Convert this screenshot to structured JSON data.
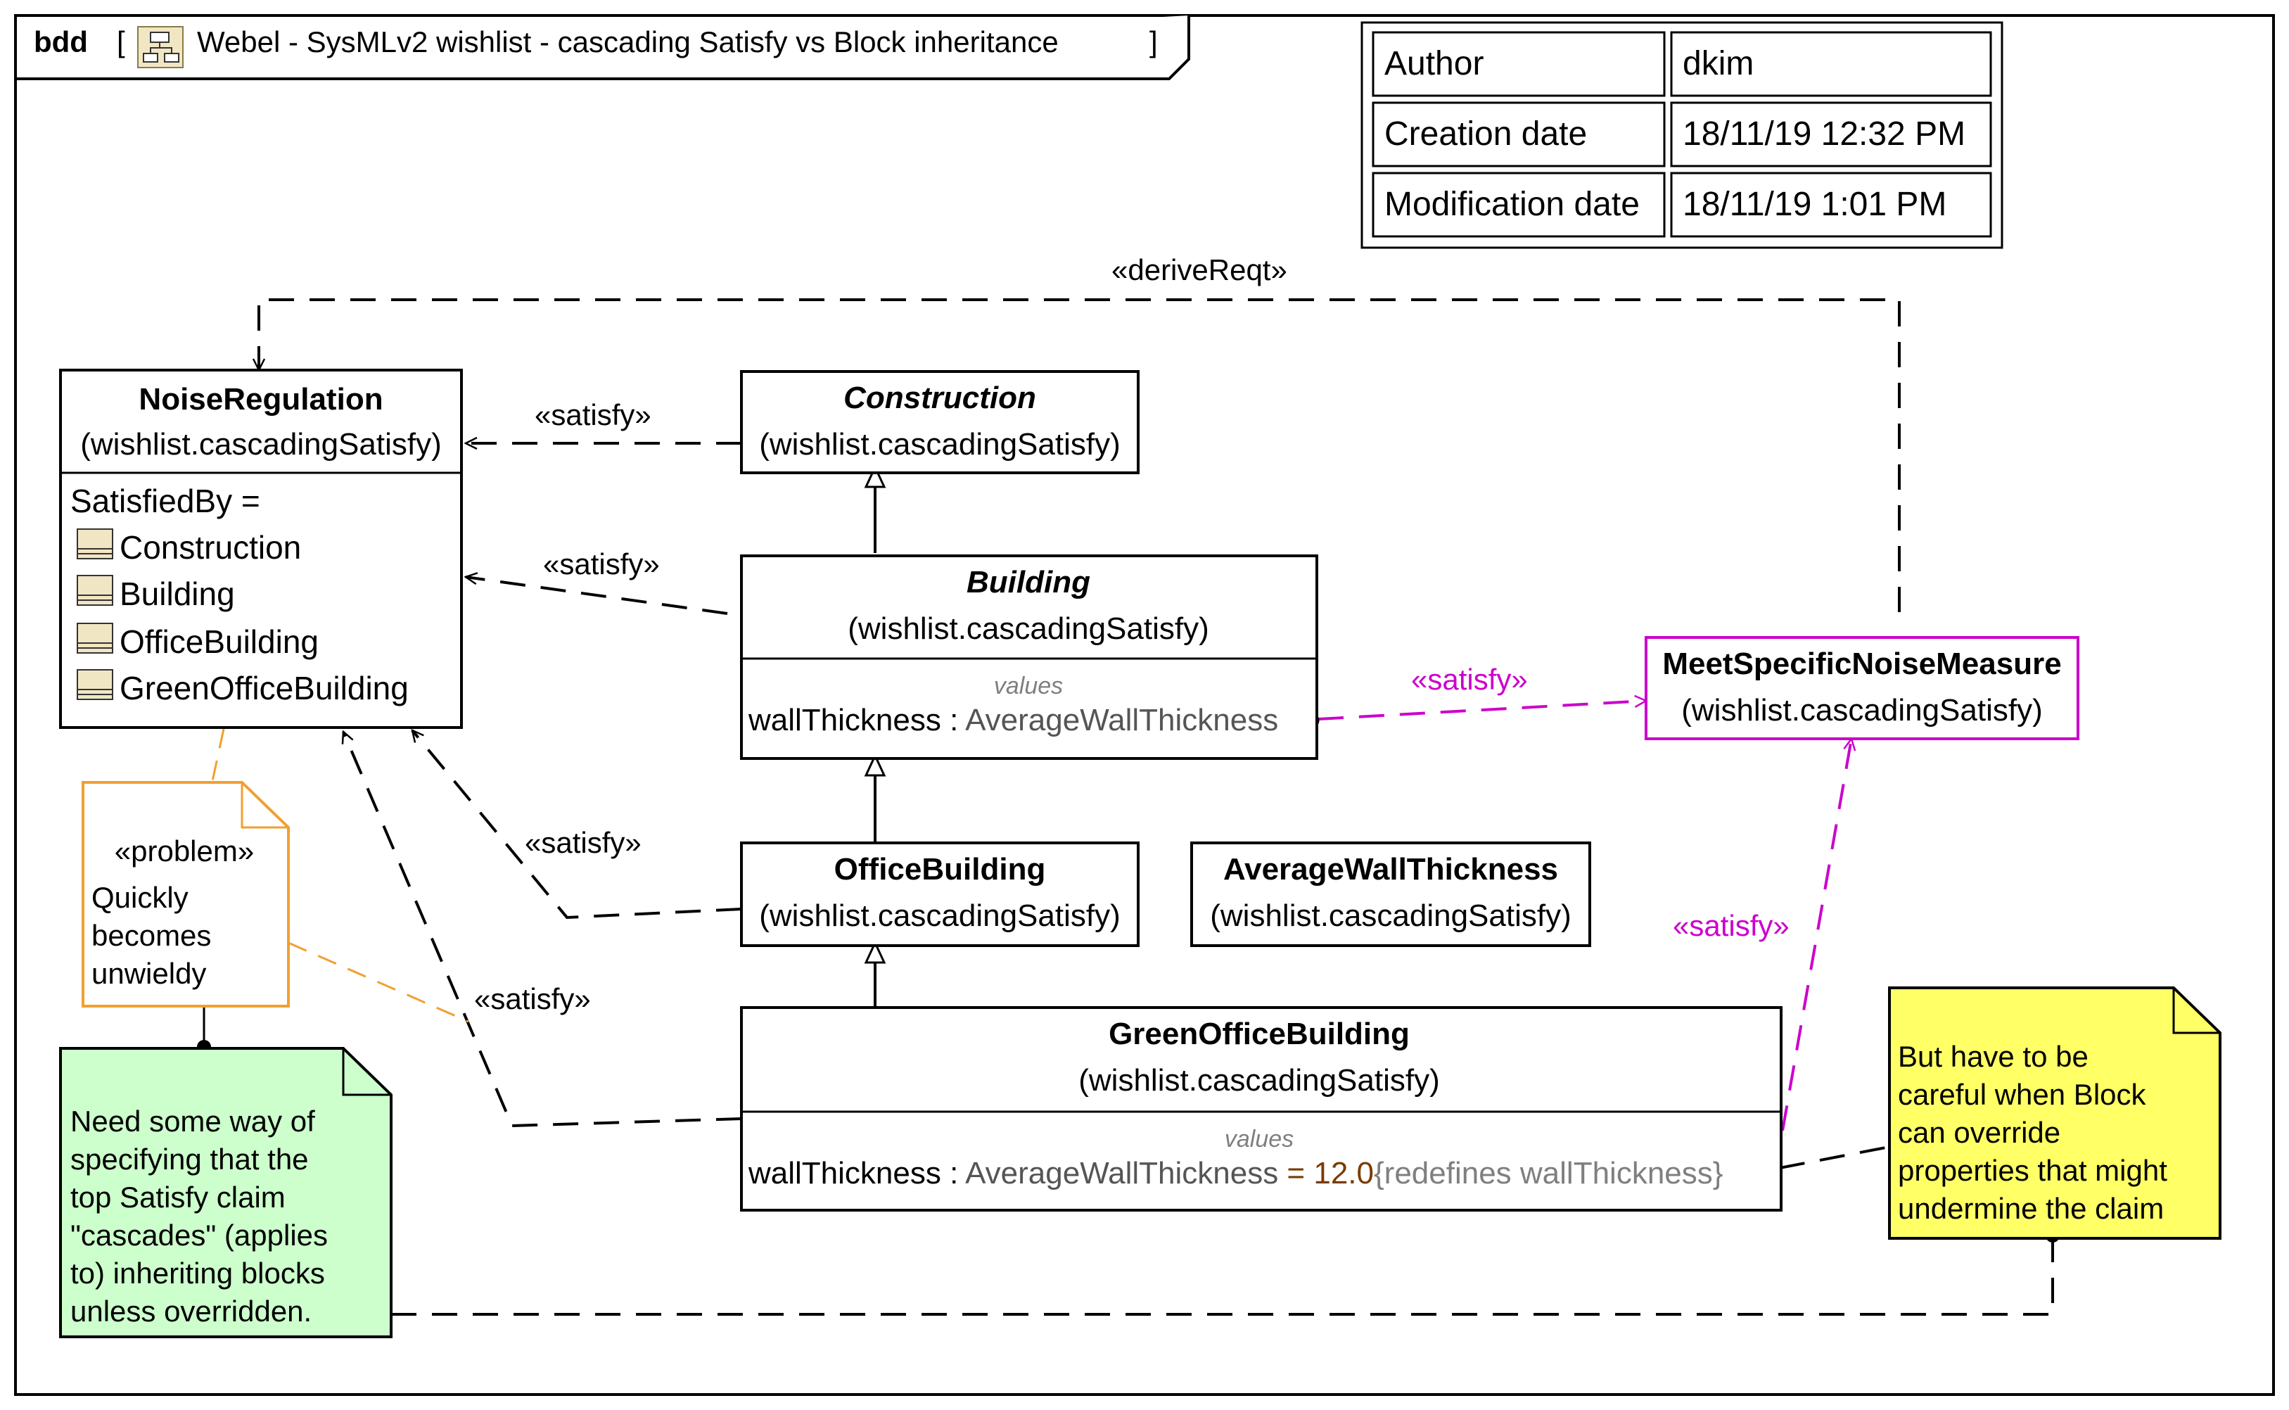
{
  "frame": {
    "kind": "bdd",
    "title": "Webel - SysMLv2 wishlist - cascading Satisfy vs Block inheritance"
  },
  "info_table": [
    {
      "label": "Author",
      "value": "dkim"
    },
    {
      "label": "Creation date",
      "value": "18/11/19 12:32 PM"
    },
    {
      "label": "Modification date",
      "value": "18/11/19 1:01 PM"
    }
  ],
  "package": "(wishlist.cascadingSatisfy)",
  "blocks": {
    "noise_regulation": {
      "name": "NoiseRegulation",
      "compartment_label": "SatisfiedBy =",
      "satisfied_by": [
        "Construction",
        "Building",
        "OfficeBuilding",
        "GreenOfficeBuilding"
      ]
    },
    "construction": {
      "name": "Construction"
    },
    "building": {
      "name": "Building",
      "compartment": "values",
      "property": "wallThickness",
      "colon": " : ",
      "type": "AverageWallThickness"
    },
    "office_building": {
      "name": "OfficeBuilding"
    },
    "average_wall_thickness": {
      "name": "AverageWallThickness"
    },
    "green_office_building": {
      "name": "GreenOfficeBuilding",
      "compartment": "values",
      "property": "wallThickness",
      "colon": " : ",
      "type": "AverageWallThickness",
      "default": " = 12.0",
      "constraint": "{redefines wallThickness}"
    },
    "meet_specific_noise_measure": {
      "name": "MeetSpecificNoiseMeasure"
    }
  },
  "relation_labels": {
    "satisfy": "«satisfy»",
    "derive": "«deriveReqt»"
  },
  "notes": {
    "problem": {
      "stereotype": "«problem»",
      "lines": [
        "Quickly",
        "becomes",
        "unwieldy"
      ]
    },
    "green": {
      "lines": [
        "Need some way of",
        "specifying that the",
        "top Satisfy claim",
        "\"cascades\" (applies",
        "to) inheriting blocks",
        "unless overridden."
      ]
    },
    "yellow": {
      "lines": [
        "But have to be",
        "careful when Block",
        "can override",
        "properties that might",
        "undermine the claim"
      ]
    }
  },
  "colors": {
    "requirement_satisfy": "#cc00cc",
    "problem_border": "#f0a030",
    "green_note": "#ccffcc",
    "yellow_note": "#ffff66",
    "value_brown": "#7a3b00",
    "muted": "#7f7f7f"
  }
}
